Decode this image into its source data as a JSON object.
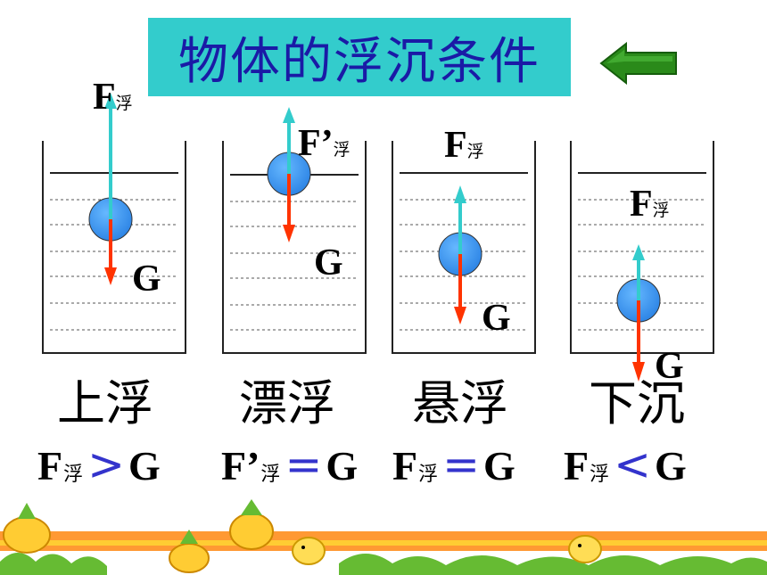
{
  "title": "物体的浮沉条件",
  "nav": {
    "back_icon": "green-left-arrow-icon",
    "color": "#2a8a1a"
  },
  "colors": {
    "title_bg": "#33cccc",
    "buoyancy_arrow": "#33cccc",
    "gravity_arrow": "#ff3300",
    "ball": "#3399ff",
    "operator": "#3333cc"
  },
  "beakers": [
    {
      "id": "rising",
      "buoyancy_label": "F",
      "buoyancy_sub": "浮",
      "gravity_label": "G",
      "state": "上浮",
      "cond_f": "F",
      "cond_sub": "浮",
      "cond_op": ">",
      "cond_g": "G"
    },
    {
      "id": "floating",
      "buoyancy_label": "F’",
      "buoyancy_sub": "浮",
      "gravity_label": "G",
      "state": "漂浮",
      "cond_f": "F’",
      "cond_sub": "浮",
      "cond_op": "=",
      "cond_g": "G"
    },
    {
      "id": "suspended",
      "buoyancy_label": "F",
      "buoyancy_sub": "浮",
      "gravity_label": "G",
      "state": "悬浮",
      "cond_f": "F",
      "cond_sub": "浮",
      "cond_op": "=",
      "cond_g": "G"
    },
    {
      "id": "sinking",
      "buoyancy_label": "F",
      "buoyancy_sub": "浮",
      "gravity_label": "G",
      "state": "下沉",
      "cond_f": "F",
      "cond_sub": "浮",
      "cond_op": "<",
      "cond_g": "G"
    }
  ]
}
